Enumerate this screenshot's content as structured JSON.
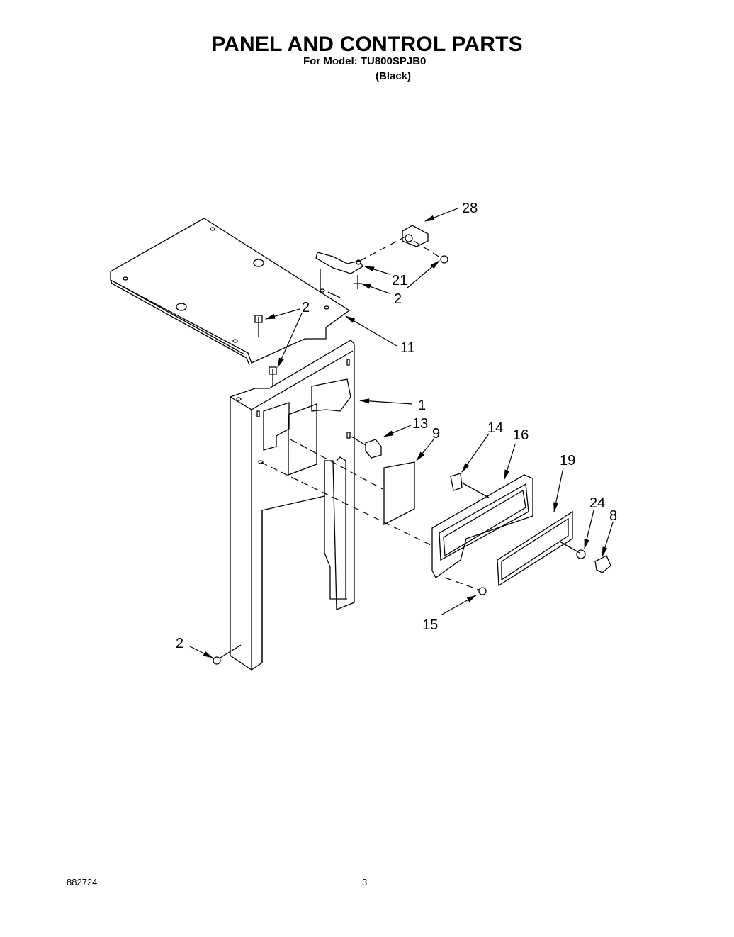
{
  "header": {
    "title": "PANEL AND CONTROL PARTS",
    "model_line": "For Model: TU800SPJB0",
    "color_line": "(Black)"
  },
  "footer": {
    "document_number": "882724",
    "page_number": "3"
  },
  "diagram": {
    "callouts": [
      {
        "id": "c28",
        "label": "28",
        "part": "bracket-block"
      },
      {
        "id": "c21",
        "label": "21",
        "part": "mounting-strap"
      },
      {
        "id": "c2a",
        "label": "2",
        "part": "screw-strap"
      },
      {
        "id": "c2b",
        "label": "2",
        "part": "screw-top-panel"
      },
      {
        "id": "c11",
        "label": "11",
        "part": "top-panel"
      },
      {
        "id": "c1",
        "label": "1",
        "part": "console-frame"
      },
      {
        "id": "c13",
        "label": "13",
        "part": "switch"
      },
      {
        "id": "c9",
        "label": "9",
        "part": "cover-plate"
      },
      {
        "id": "c14",
        "label": "14",
        "part": "toggle-switch"
      },
      {
        "id": "c16",
        "label": "16",
        "part": "control-panel-frame"
      },
      {
        "id": "c19",
        "label": "19",
        "part": "panel-insert"
      },
      {
        "id": "c24",
        "label": "24",
        "part": "knob-spacer"
      },
      {
        "id": "c8",
        "label": "8",
        "part": "control-knob"
      },
      {
        "id": "c15",
        "label": "15",
        "part": "screw-panel"
      },
      {
        "id": "c2c",
        "label": "2",
        "part": "screw-base"
      }
    ]
  }
}
